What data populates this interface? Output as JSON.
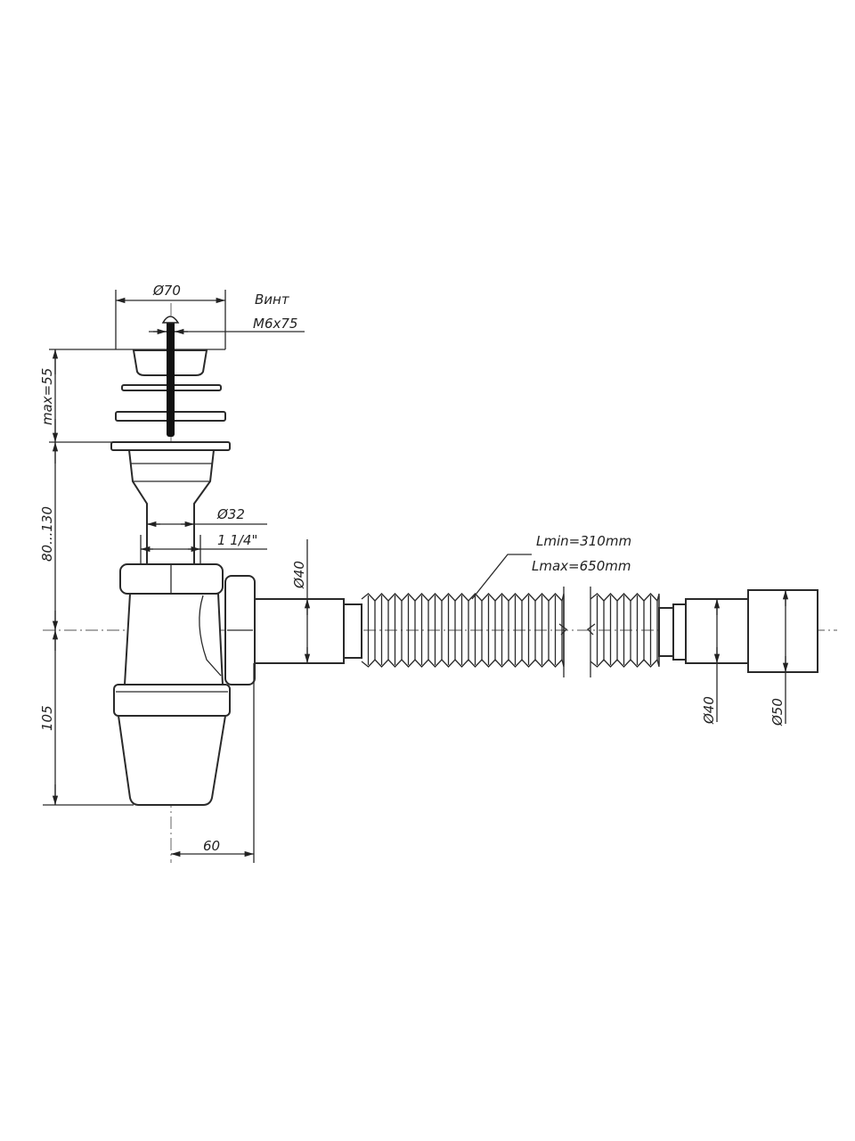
{
  "drawing": {
    "title": "Bottle siphon with flexible hose",
    "labels": {
      "d70": "Ø70",
      "screw": "Винт",
      "screw_size": "M6x75",
      "max55": "max=55",
      "h80_130": "80...130",
      "h105": "105",
      "d32": "Ø32",
      "thread": "1 1/4\"",
      "d40_left": "Ø40",
      "w60": "60",
      "lmin": "Lmin=310mm",
      "lmax": "Lmax=650mm",
      "d40_right": "Ø40",
      "d50": "Ø50"
    }
  }
}
